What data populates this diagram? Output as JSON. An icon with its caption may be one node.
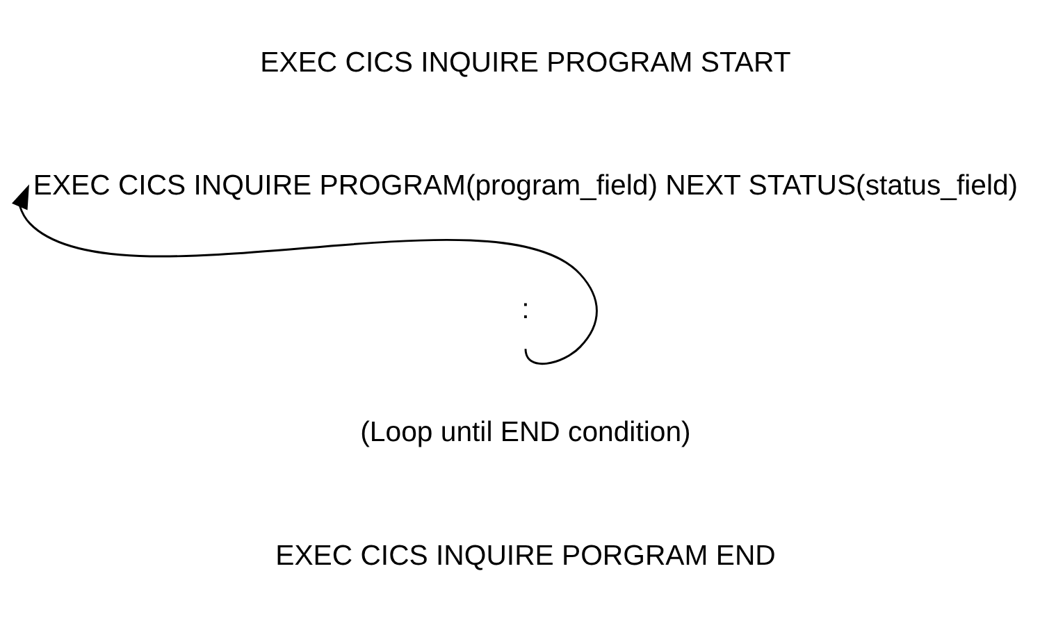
{
  "diagram": {
    "nodes": [
      {
        "text": [
          "EXEC CICS INQUIRE PROGRAM(program_field) NEXT STATUS(status_field)"
        ]
      },
      {
        "text": [
          ":"
        ]
      }
    ],
    "edges": [
      {
        "from": 1,
        "to": 0,
        "arrow": "to"
      }
    ],
    "labels": [
      "EXEC CICS INQUIRE PROGRAM START",
      "(Loop until END condition)",
      "EXEC CICS INQUIRE PORGRAM END"
    ]
  }
}
